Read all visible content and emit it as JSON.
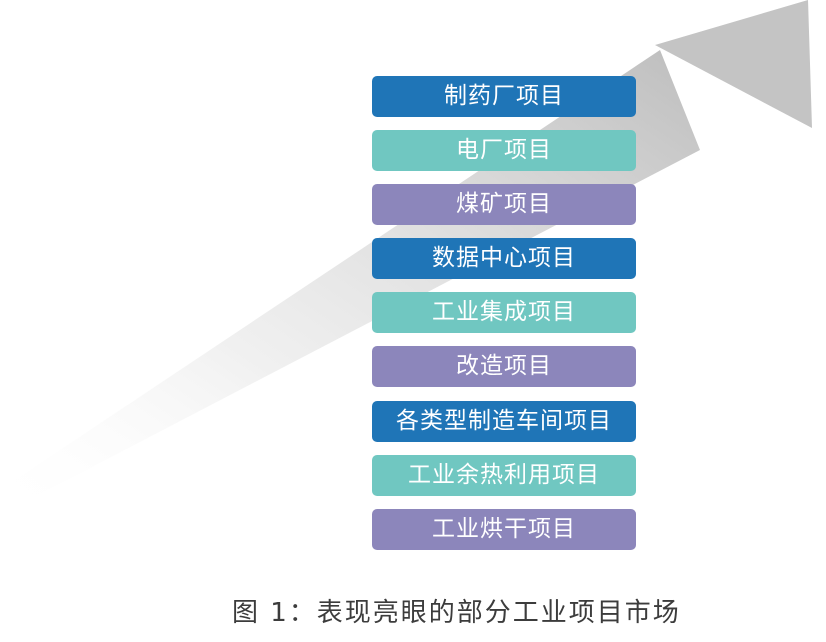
{
  "projects": [
    {
      "label": "制药厂项目",
      "color": "#1f75b7"
    },
    {
      "label": "电厂项目",
      "color": "#70c7c1"
    },
    {
      "label": "煤矿项目",
      "color": "#8c86bb"
    },
    {
      "label": "数据中心项目",
      "color": "#1f75b7"
    },
    {
      "label": "工业集成项目",
      "color": "#70c7c1"
    },
    {
      "label": "改造项目",
      "color": "#8c86bb"
    },
    {
      "label": "各类型制造车间项目",
      "color": "#1f75b7"
    },
    {
      "label": "工业余热利用项目",
      "color": "#70c7c1"
    },
    {
      "label": "工业烘干项目",
      "color": "#8c86bb"
    }
  ],
  "caption": "图 1：表现亮眼的部分工业项目市场",
  "arrow_color": "#c8c8c8"
}
